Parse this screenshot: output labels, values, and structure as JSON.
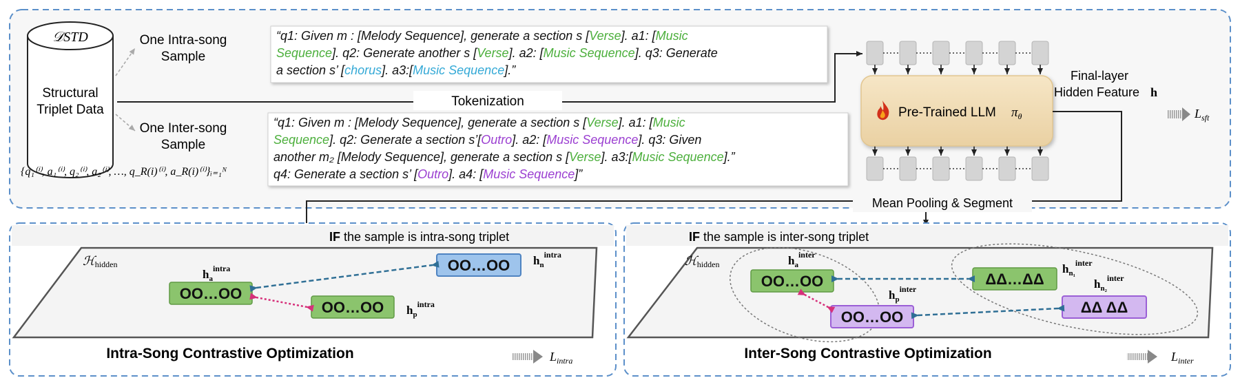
{
  "colors": {
    "panel_border": "#5b8fc9",
    "green": "#4caf3c",
    "purple": "#9b3fd1",
    "cyan": "#34a9d6",
    "arrow_blue": "#2f6f95",
    "arrow_pink": "#d6307a",
    "llm_fill": "#f1dcb5",
    "token_fill": "#d4d4d4"
  },
  "top": {
    "dataset_name": "𝒟STD",
    "cylinder_label_1": "Structural",
    "cylinder_label_2": "Triplet Data",
    "intra_sample_1": "One Intra-song",
    "intra_sample_2": "Sample",
    "inter_sample_1": "One Inter-song",
    "inter_sample_2": "Sample",
    "set_formula": "{q₁⁽ⁱ⁾, a₁⁽ⁱ⁾, q₂⁽ⁱ⁾, a₂⁽ⁱ⁾, …, q_R(i)⁽ⁱ⁾, a_R(i)⁽ⁱ⁾}ᵢ₌₁ᴺ",
    "tokenization": "Tokenization",
    "llm_label": "Pre-Trained LLM",
    "llm_policy": "π",
    "llm_policy_sub": "θ",
    "llm_icon": "flame-icon",
    "final_layer_1": "Final-layer",
    "final_layer_2": "Hidden Feature",
    "final_layer_h": "h",
    "mean_pooling": "Mean Pooling & Segment",
    "loss_sft": "L",
    "loss_sft_sub": "sft"
  },
  "intra_prompt": {
    "line1": [
      {
        "t": "“q1: Given m : [Melody Sequence], generate a section s [",
        "c": "k"
      },
      {
        "t": "Verse",
        "c": "g"
      },
      {
        "t": "]. a1: [",
        "c": "k"
      },
      {
        "t": "Music",
        "c": "g"
      }
    ],
    "line2": [
      {
        "t": "Sequence",
        "c": "g"
      },
      {
        "t": "]. q2: Generate another s   [",
        "c": "k"
      },
      {
        "t": "Verse",
        "c": "g"
      },
      {
        "t": "]. a2: [",
        "c": "k"
      },
      {
        "t": "Music Sequence",
        "c": "g"
      },
      {
        "t": "]. q3: Generate",
        "c": "k"
      }
    ],
    "line3": [
      {
        "t": "a section s’ [",
        "c": "k"
      },
      {
        "t": "chorus",
        "c": "c"
      },
      {
        "t": "]. a3:[",
        "c": "k"
      },
      {
        "t": "Music Sequence",
        "c": "c"
      },
      {
        "t": "].”",
        "c": "k"
      }
    ]
  },
  "inter_prompt": {
    "line1": [
      {
        "t": "“q1: Given m : [Melody Sequence], generate a section s [",
        "c": "k"
      },
      {
        "t": "Verse",
        "c": "g"
      },
      {
        "t": "]. a1: [",
        "c": "k"
      },
      {
        "t": "Music",
        "c": "g"
      }
    ],
    "line2": [
      {
        "t": "Sequence",
        "c": "g"
      },
      {
        "t": "]. q2: Generate a section s’[",
        "c": "k"
      },
      {
        "t": "Outro",
        "c": "p"
      },
      {
        "t": "]. a2: [",
        "c": "k"
      },
      {
        "t": "Music Sequence",
        "c": "p"
      },
      {
        "t": "]. q3: Given",
        "c": "k"
      }
    ],
    "line3": [
      {
        "t": "another m₂ [Melody Sequence], generate a section s [",
        "c": "k"
      },
      {
        "t": "Verse",
        "c": "g"
      },
      {
        "t": "]. a3:[",
        "c": "k"
      },
      {
        "t": "Music Sequence",
        "c": "g"
      },
      {
        "t": "].”",
        "c": "k"
      }
    ],
    "line4": [
      {
        "t": "q4: Generate a section s’ [",
        "c": "k"
      },
      {
        "t": "Outro",
        "c": "p"
      },
      {
        "t": "]. a4: [",
        "c": "k"
      },
      {
        "t": "Music Sequence",
        "c": "p"
      },
      {
        "t": "]”",
        "c": "k"
      }
    ]
  },
  "intra_panel": {
    "if_bold": "IF",
    "if_rest": " the sample is intra-song triplet",
    "space_label": "ℋ",
    "space_sub": "hidden",
    "anchor_label": "h",
    "anchor_sup": "intra",
    "anchor_sub": "a",
    "pos_label": "h",
    "pos_sup": "intra",
    "pos_sub": "p",
    "neg_label": "h",
    "neg_sup": "intra",
    "neg_sub": "n",
    "circles_text": "OO…OO",
    "title": "Intra-Song Contrastive Optimization",
    "loss": "L",
    "loss_sub": "intra"
  },
  "inter_panel": {
    "if_bold": "IF",
    "if_rest": " the sample is inter-song triplet",
    "space_label": "ℋ",
    "space_sub": "hidden",
    "anchor_label": "h",
    "anchor_sup": "inter",
    "anchor_sub": "a",
    "pos_label": "h",
    "pos_sup": "inter",
    "pos_sub": "p",
    "neg1_label": "h",
    "neg1_sup": "inter",
    "neg1_sub": "n₁",
    "neg2_label": "h",
    "neg2_sup": "inter",
    "neg2_sub": "n₂",
    "circles_text": "OO…OO",
    "tri_text_1": "ΔΔ…ΔΔ",
    "tri_text_2": "ΔΔ  ΔΔ",
    "title": "Inter-Song Contrastive Optimization",
    "loss": "L",
    "loss_sub": "inter"
  }
}
